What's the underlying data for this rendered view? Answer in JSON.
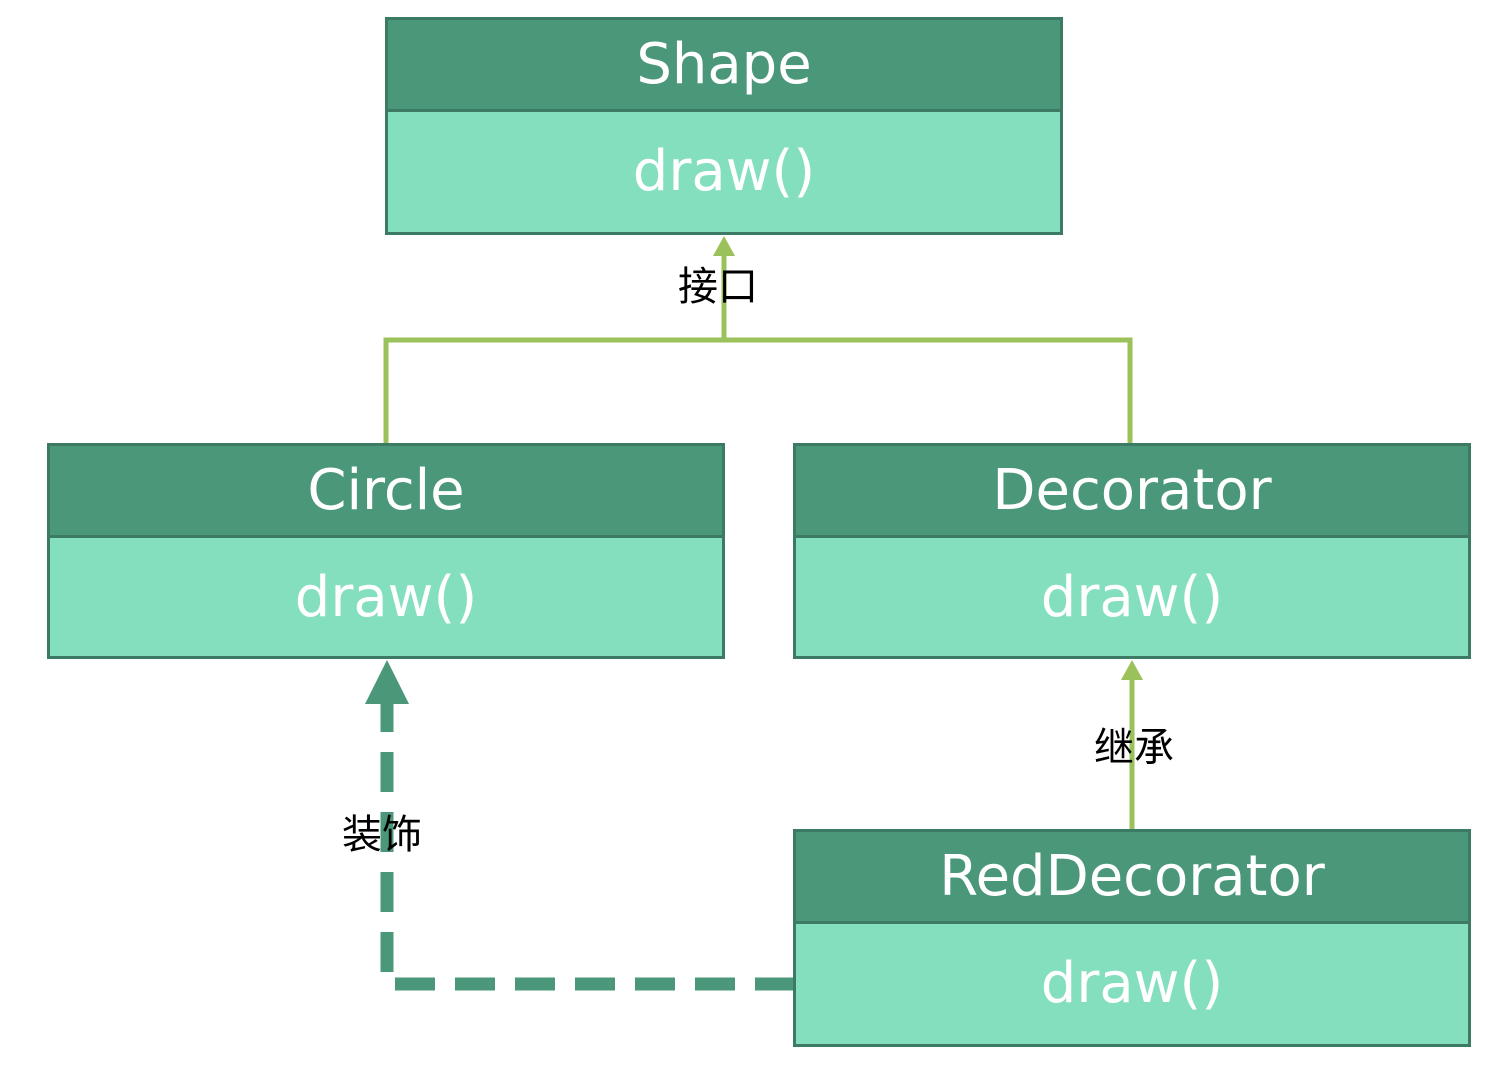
{
  "colors": {
    "header_fill": "#4a977a",
    "body_fill": "#84dfbf",
    "border": "#3d7a63",
    "solid_arrow": "#9bc15a",
    "dashed_arrow": "#4a977a",
    "text": "#ffffff",
    "label_text": "#000000"
  },
  "classes": {
    "shape": {
      "name": "Shape",
      "method": "draw()"
    },
    "circle": {
      "name": "Circle",
      "method": "draw()"
    },
    "decorator": {
      "name": "Decorator",
      "method": "draw()"
    },
    "red_decorator": {
      "name": "RedDecorator",
      "method": "draw()"
    }
  },
  "relations": {
    "interface": {
      "label": "接口"
    },
    "inherit": {
      "label": "继承"
    },
    "decorate": {
      "label": "装饰"
    }
  }
}
